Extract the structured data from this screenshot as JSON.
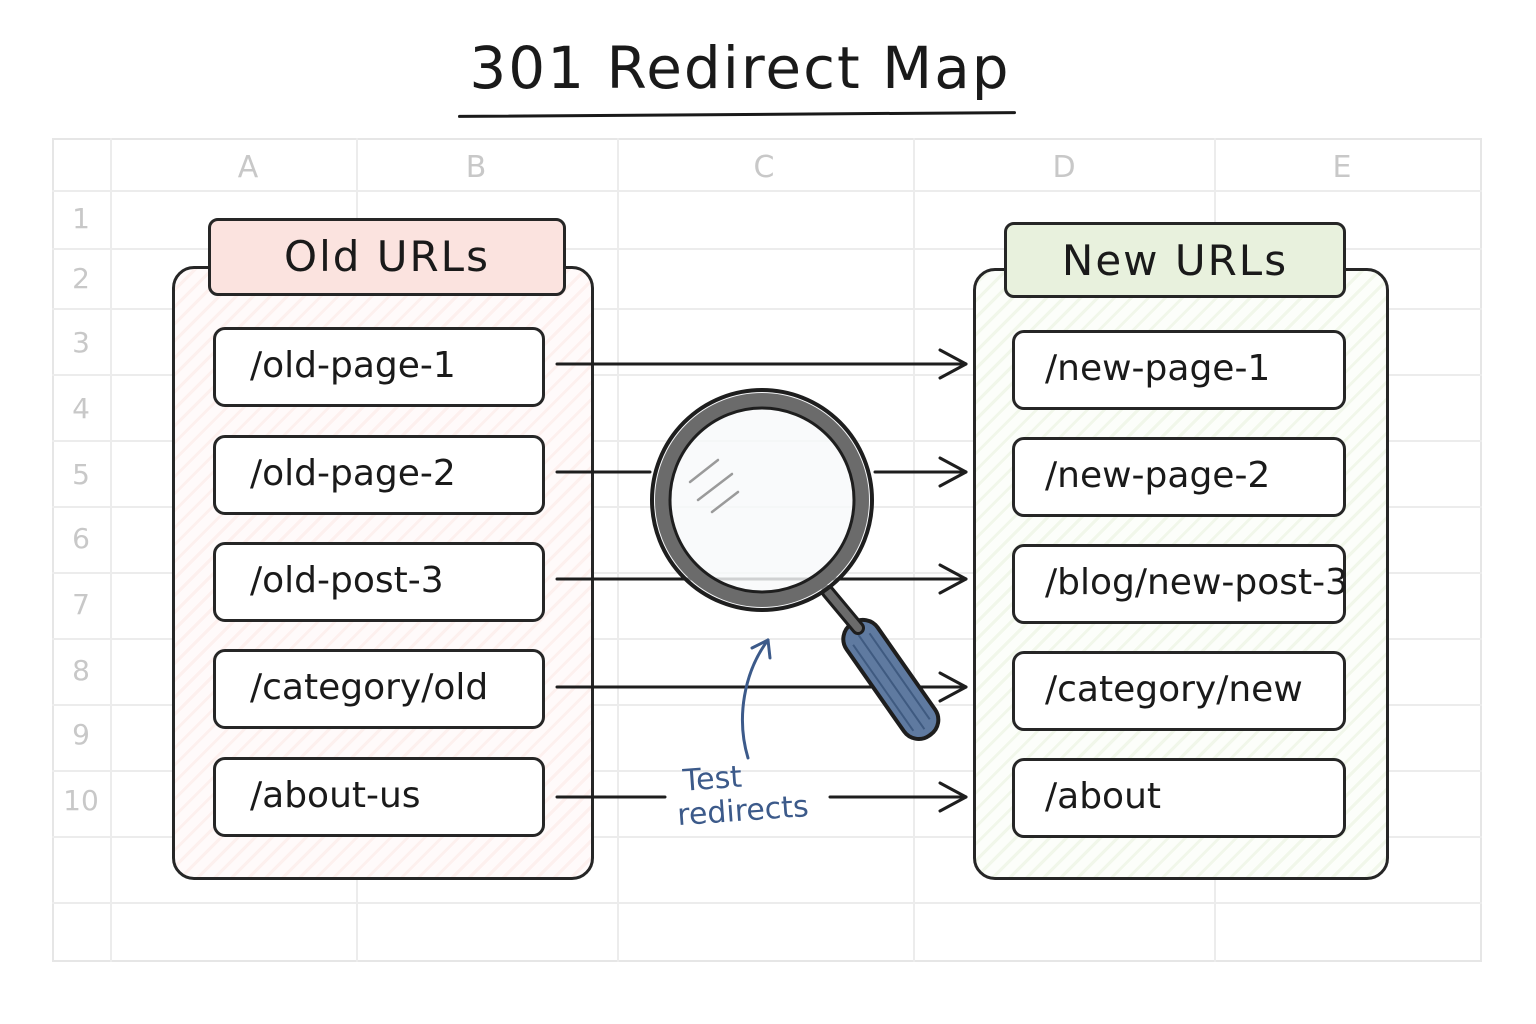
{
  "title": "301 Redirect Map",
  "grid": {
    "columns": [
      "A",
      "B",
      "C",
      "D",
      "E"
    ],
    "rows": [
      "1",
      "2",
      "3",
      "4",
      "5",
      "6",
      "7",
      "8",
      "9",
      "10"
    ]
  },
  "old_urls": {
    "header": "Old URLs",
    "items": [
      "/old-page-1",
      "/old-page-2",
      "/old-post-3",
      "/category/old",
      "/about-us"
    ]
  },
  "new_urls": {
    "header": "New URLs",
    "items": [
      "/new-page-1",
      "/new-page-2",
      "/blog/new-post-3",
      "/category/new",
      "/about"
    ]
  },
  "annotation": {
    "line1": "Test",
    "line2": "redirects"
  },
  "colors": {
    "old_header": "#fbe3df",
    "new_header": "#e8f1dd",
    "magnifier_handle": "#5f7aa0",
    "annotation": "#3c5a8a"
  },
  "icons": [
    "magnifying-glass-icon",
    "arrow-right-icon",
    "curved-arrow-icon"
  ]
}
